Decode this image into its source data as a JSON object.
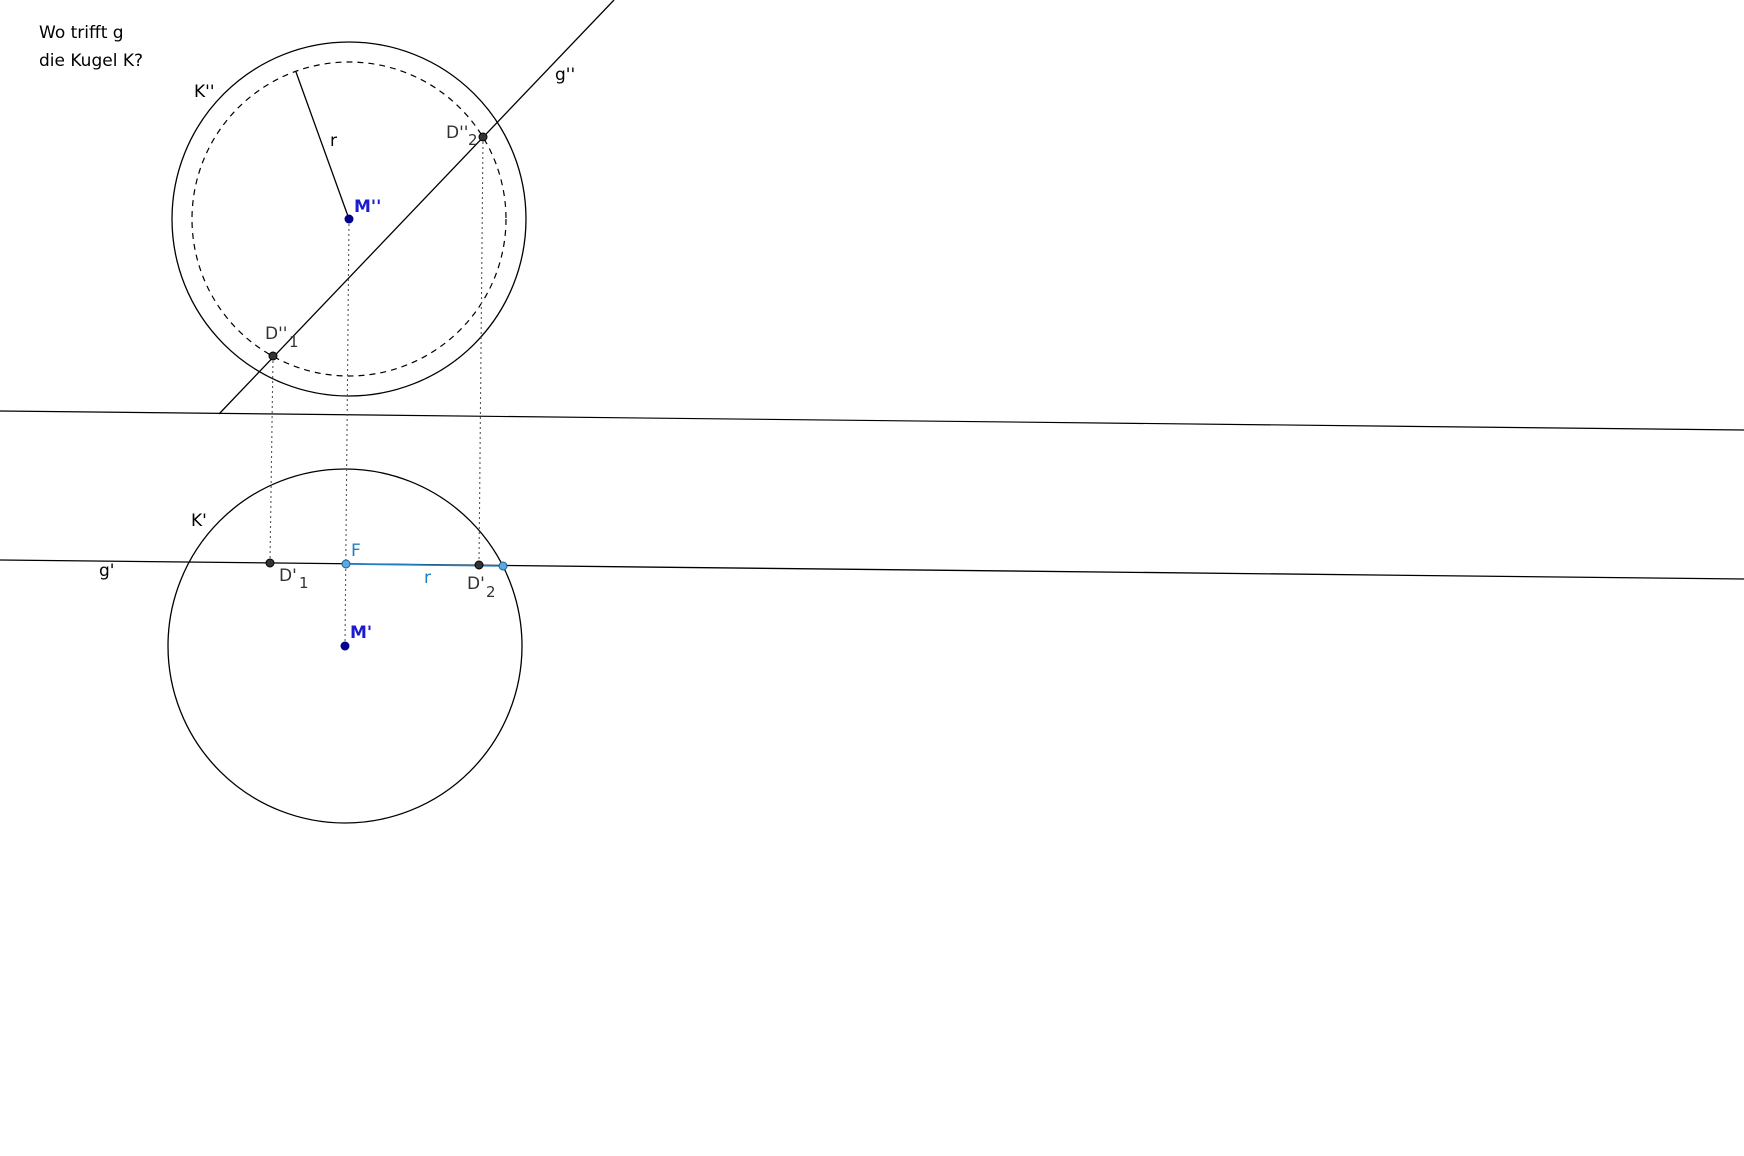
{
  "title": {
    "line1": "Wo trifft g",
    "line2": "die Kugel K?"
  },
  "colors": {
    "stroke": "#000000",
    "point_dark": "#333333",
    "point_blue": "#00008b",
    "accent": "#1f7fc4",
    "label_blue": "#1c1ccc",
    "construction": "#555555"
  },
  "labels": {
    "sphere_front": "K''",
    "sphere_top": "K'",
    "line_front": "g''",
    "line_top": "g'",
    "radius_front": "r",
    "radius_top": "r",
    "center_front": "M''",
    "center_top": "M'",
    "foot_point": "F",
    "d1_front": "D''",
    "d1_front_sub": "1",
    "d2_front": "D''",
    "d2_front_sub": "2",
    "d1_top": "D'",
    "d1_top_sub": "1",
    "d2_top": "D'",
    "d2_top_sub": "2"
  }
}
